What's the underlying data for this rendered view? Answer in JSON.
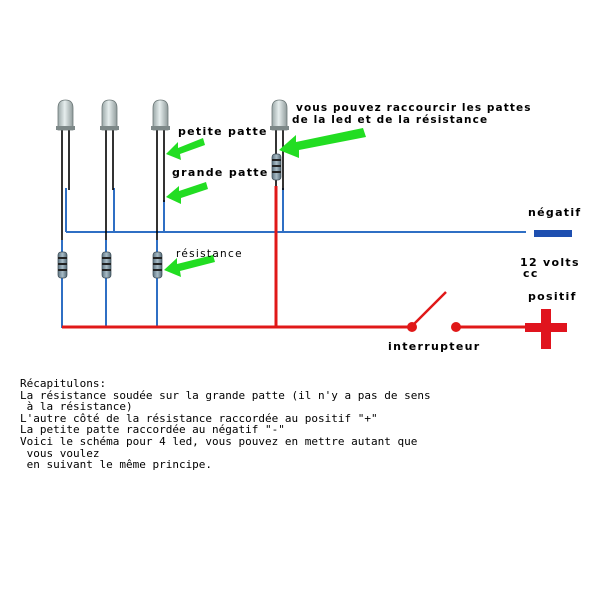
{
  "labels": {
    "petite_patte": "petite patte",
    "grande_patte": "grande patte",
    "raccourcir_line1": "vous pouvez raccourcir les pattes",
    "raccourcir_line2": "de la led et de la résistance",
    "resistance": "résistance",
    "negatif": "négatif",
    "volts_line1": "12 volts",
    "volts_line2": "cc",
    "positif": "positif",
    "interrupteur": "interrupteur"
  },
  "recap": [
    "Récapitulons:",
    "La résistance soudée sur la grande patte (il n'y a pas de sens",
    " à la résistance)",
    "L'autre côté de la résistance raccordée au positif \"+\"",
    "La petite patte raccordée au négatif \"-\"",
    "Voici le schéma pour 4 led, vous pouvez en mettre autant que",
    " vous voulez",
    " en suivant le même principe."
  ],
  "colors": {
    "negative_wire": "#2f6fc4",
    "positive_wire": "#e01818",
    "arrow": "#22dd22",
    "negative_symbol": "#1e4fb0",
    "positive_symbol": "#e0141e"
  }
}
